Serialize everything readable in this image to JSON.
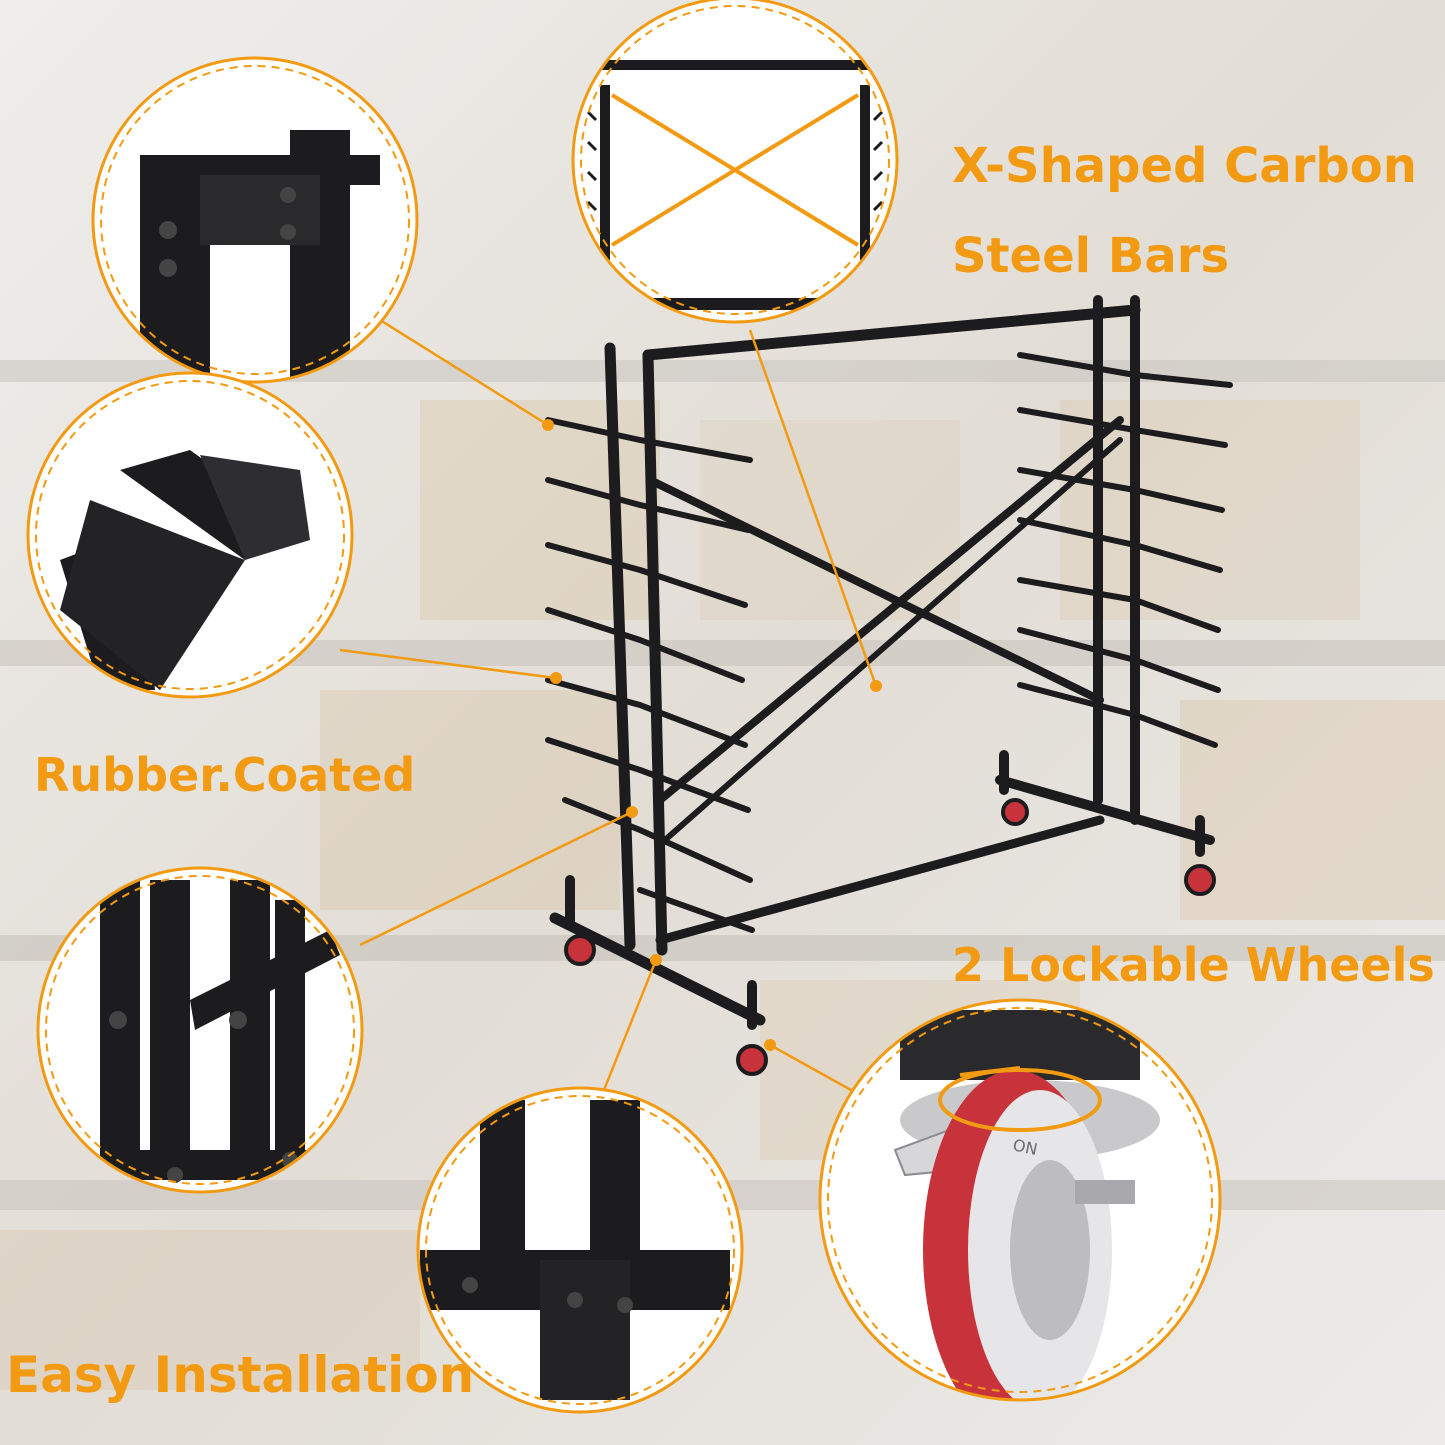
{
  "labels": {
    "x_shaped_line1": "X-Shaped Carbon",
    "x_shaped_line2": "Steel Bars",
    "rubber_coated": "Rubber.Coated",
    "lockable_wheels": "2 Lockable Wheels",
    "easy_installation": "Easy Installation"
  },
  "wheel_lock_text": "ON",
  "colors": {
    "accent": "#F29A12",
    "steel": "#1c1c1e",
    "wheel_red": "#c8323a",
    "background": "#e9e6e1"
  }
}
